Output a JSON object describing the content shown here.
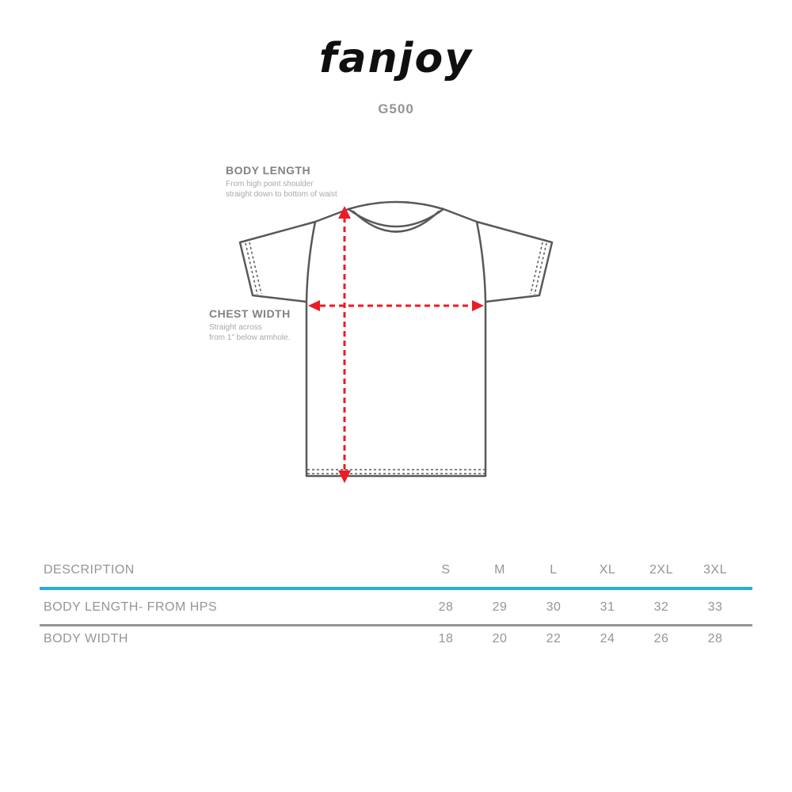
{
  "brand": {
    "logo_text": "fanjoy",
    "product_code": "G500"
  },
  "diagram": {
    "body_length": {
      "label": "BODY LENGTH",
      "desc1": "From high point shoulder",
      "desc2": "straight down to bottom of waist"
    },
    "chest_width": {
      "label": "CHEST WIDTH",
      "desc1": "Straight across",
      "desc2": "from 1\" below armhole."
    }
  },
  "colors": {
    "arrow_red": "#ec1c24",
    "divider_blue": "#29abe2",
    "divider_gray": "#939598",
    "table_text_gray": "#939598",
    "shirt_outline_gray": "#58595b"
  },
  "chart_data": {
    "type": "table",
    "columns": [
      "DESCRIPTION",
      "S",
      "M",
      "L",
      "XL",
      "2XL",
      "3XL"
    ],
    "rows": [
      {
        "description": "BODY LENGTH- FROM HPS",
        "values": [
          "28",
          "29",
          "30",
          "31",
          "32",
          "33"
        ]
      },
      {
        "description": "BODY WIDTH",
        "values": [
          "18",
          "20",
          "22",
          "24",
          "26",
          "28"
        ]
      }
    ]
  }
}
